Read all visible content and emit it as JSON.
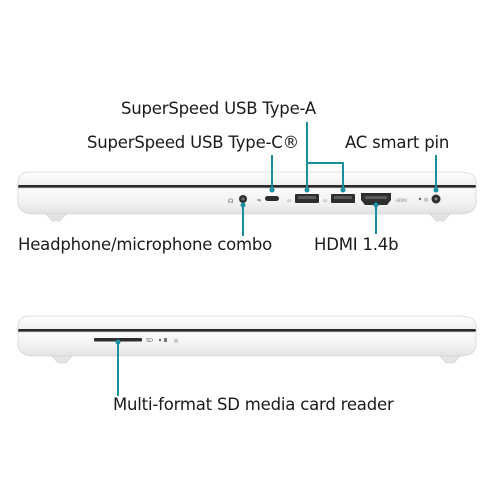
{
  "labels": {
    "usb_a": "SuperSpeed USB Type-A",
    "usb_c": "SuperSpeed USB Type-C®",
    "ac_pin": "AC smart pin",
    "headphone": "Headphone/microphone combo",
    "hdmi": "HDMI 1.4b",
    "sd_reader": "Multi-format SD media card reader"
  },
  "port_markings": {
    "sd_slot": "SD"
  },
  "colors": {
    "callout": "#1a8fa0",
    "laptop_body": "#f4f4f4",
    "laptop_seam": "#2b2b2b",
    "port_fill": "#2e2e2e"
  }
}
